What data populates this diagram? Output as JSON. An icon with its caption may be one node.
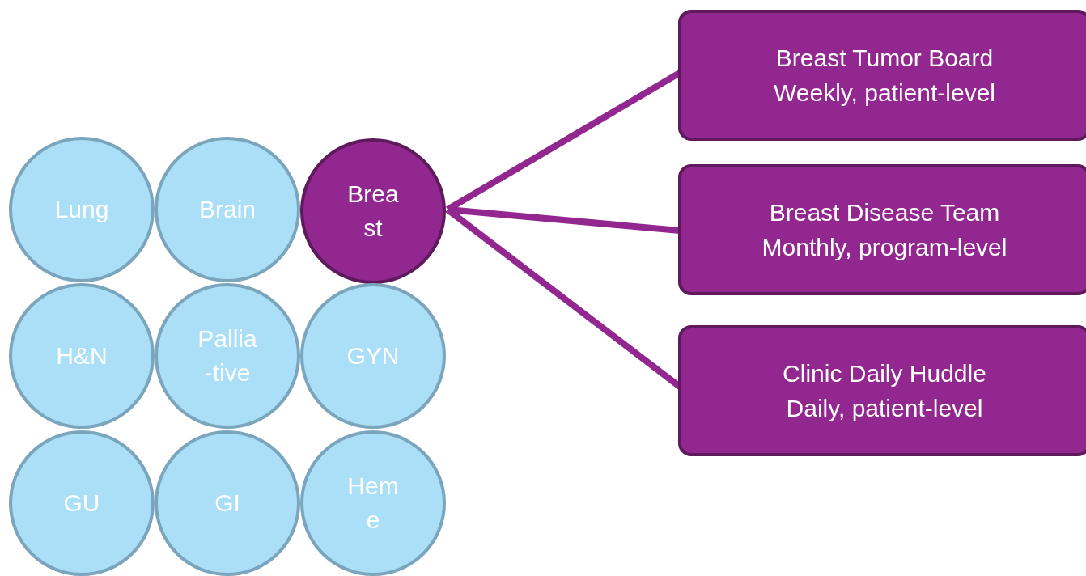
{
  "diagram": {
    "nodes": [
      {
        "text": [
          "Lung"
        ]
      },
      {
        "text": [
          "Brain"
        ]
      },
      {
        "text": [
          "Brea st"
        ]
      },
      {
        "text": [
          "H&N"
        ]
      },
      {
        "text": [
          "Pallia -tive"
        ]
      },
      {
        "text": [
          "GYN"
        ]
      },
      {
        "text": [
          "GU"
        ]
      },
      {
        "text": [
          "GI"
        ]
      },
      {
        "text": [
          "Hem e"
        ]
      },
      {
        "text": [
          "Breast Tumor Board",
          "Weekly, patient-level"
        ]
      },
      {
        "text": [
          "Breast Disease Team",
          "Monthly, program-level"
        ]
      },
      {
        "text": [
          "Clinic Daily Huddle",
          "Daily, patient-level"
        ]
      }
    ],
    "edges": [
      {
        "from": 2,
        "to": 9,
        "arrow": "none"
      },
      {
        "from": 2,
        "to": 10,
        "arrow": "none"
      },
      {
        "from": 2,
        "to": 11,
        "arrow": "none"
      }
    ]
  }
}
